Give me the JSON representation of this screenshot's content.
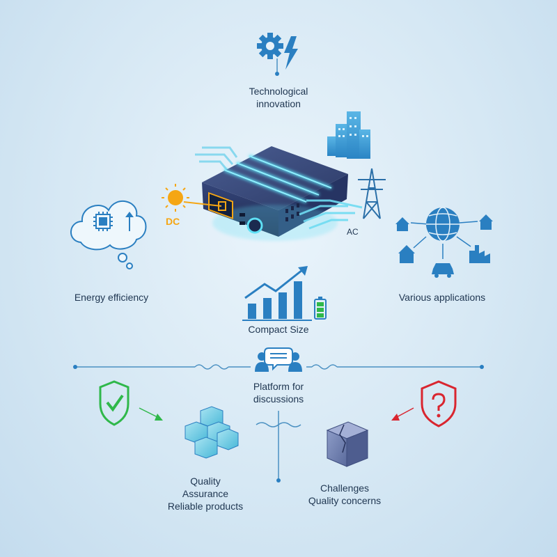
{
  "labels": {
    "tech": [
      "Technological",
      "innovation"
    ],
    "energy": "Energy efficiency",
    "apps": "Various applications",
    "compact": "Compact Size",
    "platform": [
      "Platform for",
      "discussions"
    ],
    "quality": [
      "Quality",
      "Assurance",
      "Reliable products"
    ],
    "challenges": [
      "Challenges",
      "Quality concerns"
    ],
    "dc": "DC",
    "ac": "AC"
  },
  "colors": {
    "accent": "#2a7fc1",
    "device": "#2f3f6b",
    "glow": "#5ee0f5",
    "sun": "#f5a614",
    "shield_ok": "#2fb84a",
    "shield_warn": "#d9252f",
    "line": "#4a90c2"
  },
  "icons": [
    "gear-lightning-icon",
    "city-icon",
    "power-tower-icon",
    "sun-icon",
    "cloud-chip-icon",
    "globe-network-icon",
    "growth-chart-icon",
    "battery-icon",
    "people-chat-icon",
    "check-shield-icon",
    "boxes-icon",
    "question-shield-icon",
    "broken-box-icon"
  ]
}
